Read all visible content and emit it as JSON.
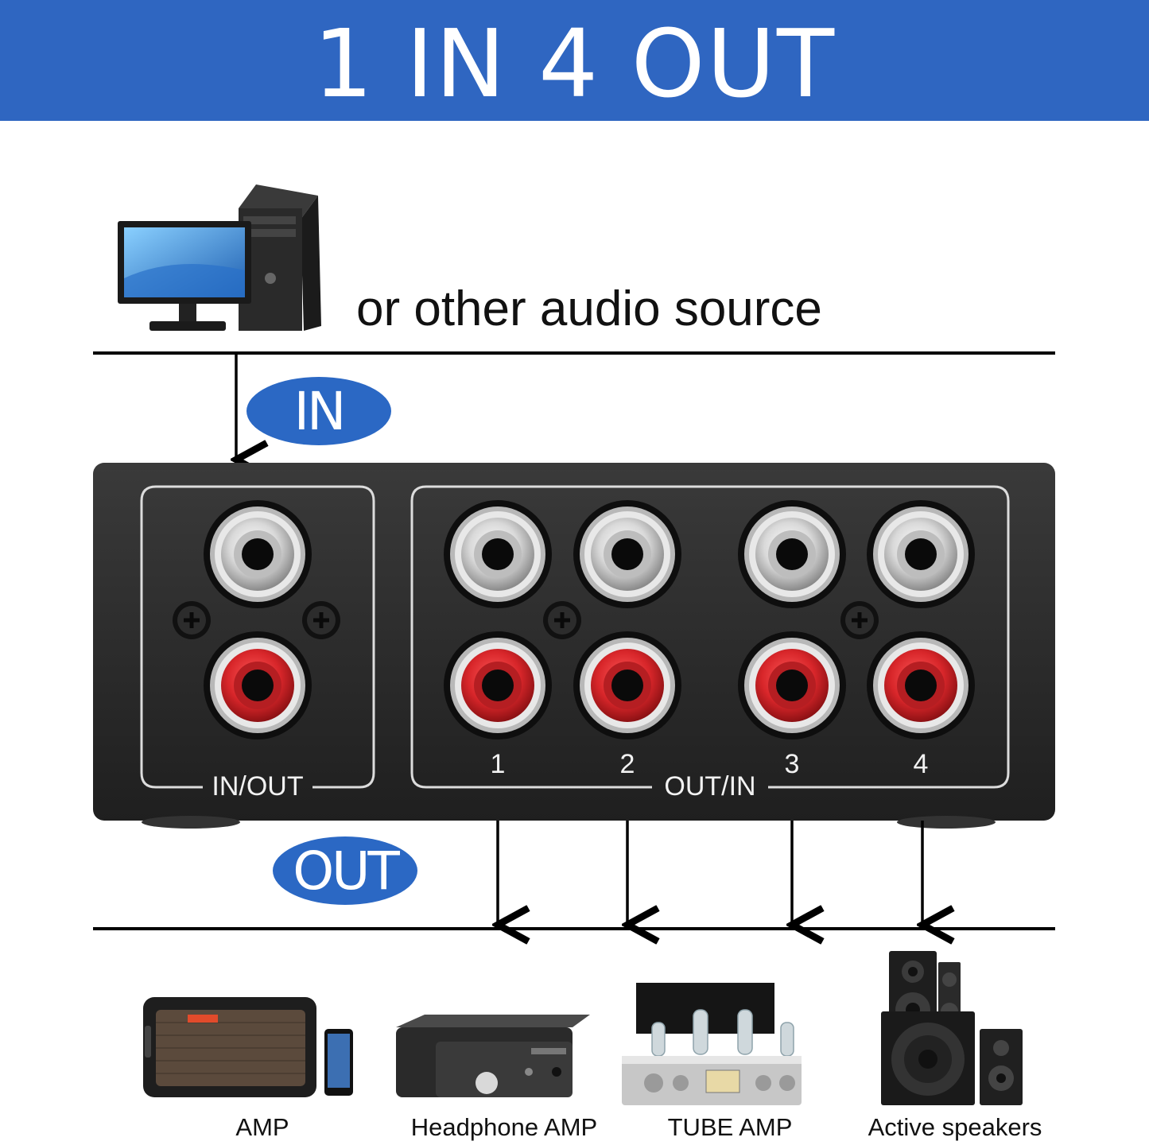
{
  "header": {
    "title": "1 IN 4 OUT"
  },
  "source": {
    "label": "or other audio source"
  },
  "badges": {
    "in": "IN",
    "out": "OUT"
  },
  "panel": {
    "input_group_label": "IN/OUT",
    "output_group_label": "OUT/IN",
    "port_numbers": [
      "1",
      "2",
      "3",
      "4"
    ]
  },
  "devices": [
    {
      "label": "AMP",
      "icon": "amplifier-icon"
    },
    {
      "label": "Headphone AMP",
      "icon": "headphone-amp-icon"
    },
    {
      "label": "TUBE AMP",
      "icon": "tube-amp-icon"
    },
    {
      "label": "Active speakers",
      "icon": "speakers-icon"
    }
  ],
  "colors": {
    "banner": "#2f66c1",
    "badge": "#2b68c4",
    "rca_red": "#d8262a",
    "rca_white": "#f0f0f0"
  }
}
